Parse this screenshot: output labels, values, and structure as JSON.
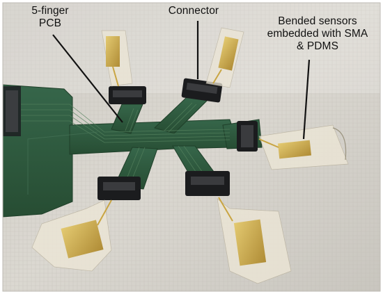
{
  "annotations": {
    "pcb_label": {
      "line1": "5-finger",
      "line2": "PCB"
    },
    "connector_label": "Connector",
    "sensor_label": {
      "line1": "Bended sensors",
      "line2": "embedded with SMA",
      "line3": "& PDMS"
    }
  },
  "colors": {
    "background_fabric": "#d6d3cc",
    "pcb_green": "#2f5a3c",
    "pcb_trace": "#4d7a57",
    "connector_black": "#1b1c1e",
    "sensor_gold": "#c9a542",
    "pdms_clear": "#ebe6d8",
    "annotation_line": "#111111"
  }
}
